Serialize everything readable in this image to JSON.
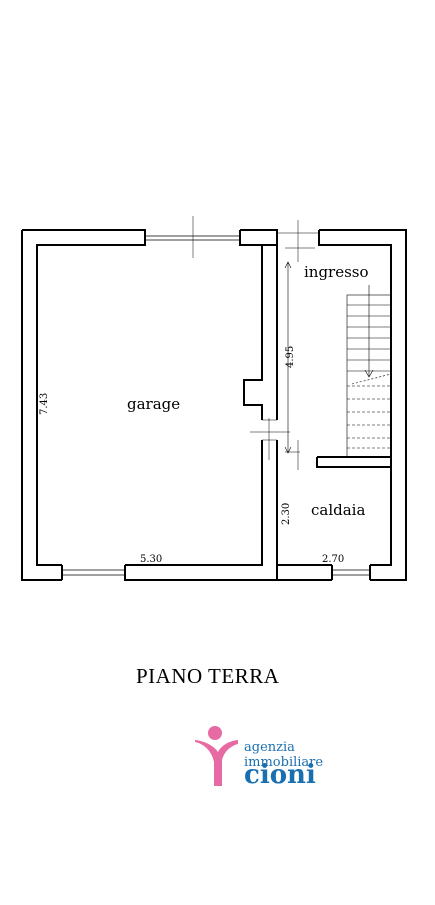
{
  "floor_plan": {
    "title": "PIANO TERRA",
    "rooms": {
      "garage": "garage",
      "ingresso": "ingresso",
      "caldaia": "caldaia"
    },
    "dimensions": {
      "garage_height": "7.43",
      "garage_width": "5.30",
      "ingresso_height": "4.95",
      "caldaia_height": "2.30",
      "caldaia_width": "2.70"
    }
  },
  "logo": {
    "line1": "agenzia",
    "line2": "immobiliare",
    "line3": "cioni",
    "colors": {
      "pink": "#e86aa2",
      "blue": "#1a6fb0"
    }
  }
}
